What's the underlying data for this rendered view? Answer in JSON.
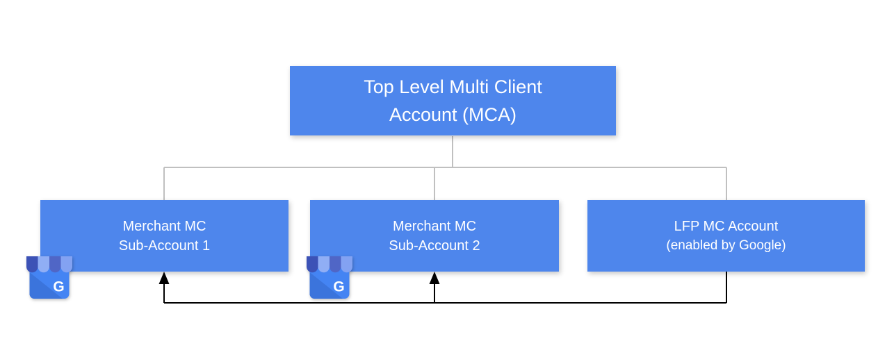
{
  "diagram": {
    "mca_box": {
      "line1": "Top Level Multi Client",
      "line2": "Account (MCA)"
    },
    "sub_account_boxes": [
      {
        "line1": "Merchant MC",
        "line2": "Sub-Account 1"
      },
      {
        "line1": "Merchant MC",
        "line2": "Sub-Account 2"
      },
      {
        "line1": "LFP MC Account",
        "line2": "(enabled by Google)"
      }
    ]
  },
  "business_icon": {
    "name": "google-business-storefront",
    "letter": "G"
  },
  "colors": {
    "account_box_fill": "#4e86ec",
    "account_box_text": "#ffffff",
    "hierarchy_line": "#c0c0c0",
    "feed_arrow_line": "#000000",
    "icon_body": "#4484f3",
    "icon_fold": "#3b74dc",
    "icon_awning_dark": "#3c52b6",
    "icon_awning_light": "#90aef5",
    "background": "#ffffff"
  }
}
